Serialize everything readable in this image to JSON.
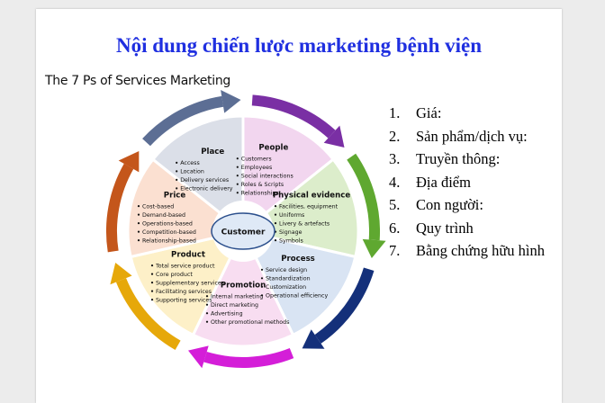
{
  "slide": {
    "title": "Nội dung chiến lược marketing bệnh viện",
    "wheel_title": "The 7 Ps of Services Marketing"
  },
  "wheel": {
    "center_label": "Customer",
    "segments": [
      {
        "key": "people",
        "title": "People",
        "fill": "#f2d6ef",
        "items": [
          "Customers",
          "Employees",
          "Social interactions",
          "Roles & Scripts",
          "Relationships"
        ]
      },
      {
        "key": "physical-evidence",
        "title": "Physical evidence",
        "fill": "#dcedcb",
        "items": [
          "Facilities, equipment",
          "Uniforms",
          "Livery & artefacts",
          "Signage",
          "Symbols"
        ]
      },
      {
        "key": "process",
        "title": "Process",
        "fill": "#d9e4f3",
        "items": [
          "Service design",
          "Standardization",
          "Customization",
          "Operational efficiency"
        ]
      },
      {
        "key": "promotion",
        "title": "Promotion",
        "fill": "#f8ddf1",
        "items": [
          "Internal marketing",
          "Direct marketing",
          "Advertising",
          "Other promotional methods"
        ]
      },
      {
        "key": "product",
        "title": "Product",
        "fill": "#fdf0c8",
        "items": [
          "Total service product",
          "Core product",
          "Supplementary services",
          "Facilitating services",
          "Supporting services"
        ]
      },
      {
        "key": "price",
        "title": "Price",
        "fill": "#fbe0d1",
        "items": [
          "Cost-based",
          "Demand-based",
          "Operations-based",
          "Competition-based",
          "Relationship-based"
        ]
      },
      {
        "key": "place",
        "title": "Place",
        "fill": "#dbdfe8",
        "items": [
          "Access",
          "Location",
          "Delivery services",
          "Electronic delivery"
        ]
      }
    ],
    "arrows": [
      {
        "key": "people",
        "color": "#7a2fa4"
      },
      {
        "key": "physical-evidence",
        "color": "#5fa830"
      },
      {
        "key": "process",
        "color": "#14307a"
      },
      {
        "key": "promotion",
        "color": "#d41ed8"
      },
      {
        "key": "product",
        "color": "#e6a80a"
      },
      {
        "key": "price",
        "color": "#c4561b"
      },
      {
        "key": "place",
        "color": "#5c6e94"
      }
    ]
  },
  "list": [
    {
      "number": "1.",
      "text": "Giá:"
    },
    {
      "number": "2.",
      "text": "Sản phẩm/dịch vụ:"
    },
    {
      "number": "3.",
      "text": "Truyền thông:"
    },
    {
      "number": "4.",
      "text": "Địa điểm"
    },
    {
      "number": "5.",
      "text": "Con người:"
    },
    {
      "number": "6.",
      "text": "Quy trình"
    },
    {
      "number": "7.",
      "text": "Bằng chứng hữu hình"
    }
  ]
}
